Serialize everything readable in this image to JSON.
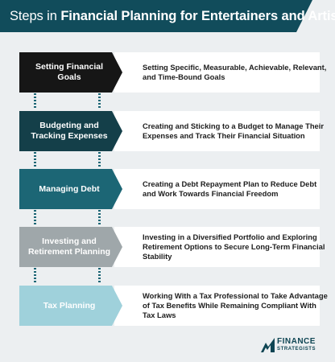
{
  "title": {
    "prefix": "Steps in ",
    "emphasis": "Financial Planning for Entertainers and Artists"
  },
  "steps": [
    {
      "label": "Setting Financial Goals",
      "description": "Setting Specific, Measurable, Achievable, Relevant, and Time-Bound Goals"
    },
    {
      "label": "Budgeting and Tracking Expenses",
      "description": "Creating and Sticking to a Budget to Manage Their Expenses and Track Their Financial Situation"
    },
    {
      "label": "Managing Debt",
      "description": "Creating a Debt Repayment Plan to Reduce Debt and Work Towards Financial Freedom"
    },
    {
      "label": "Investing and Retirement Planning",
      "description": "Investing in a Diversified Portfolio and Exploring Retirement Options to Secure Long-Term Financial Stability"
    },
    {
      "label": "Tax Planning",
      "description": "Working With a Tax Professional to Take Advantage of Tax Benefits While Remaining Compliant With Tax Laws"
    }
  ],
  "colors": {
    "banner": "#114c5b",
    "step_1": "#161616",
    "step_2": "#143f49",
    "step_3": "#1c6675",
    "step_4": "#9fa7aa",
    "step_5": "#9fd1db",
    "connector": "#1c6675"
  },
  "logo": {
    "icon": "finance-strategists-logo-icon",
    "line1": "FINANCE",
    "line2": "STRATEGISTS"
  }
}
